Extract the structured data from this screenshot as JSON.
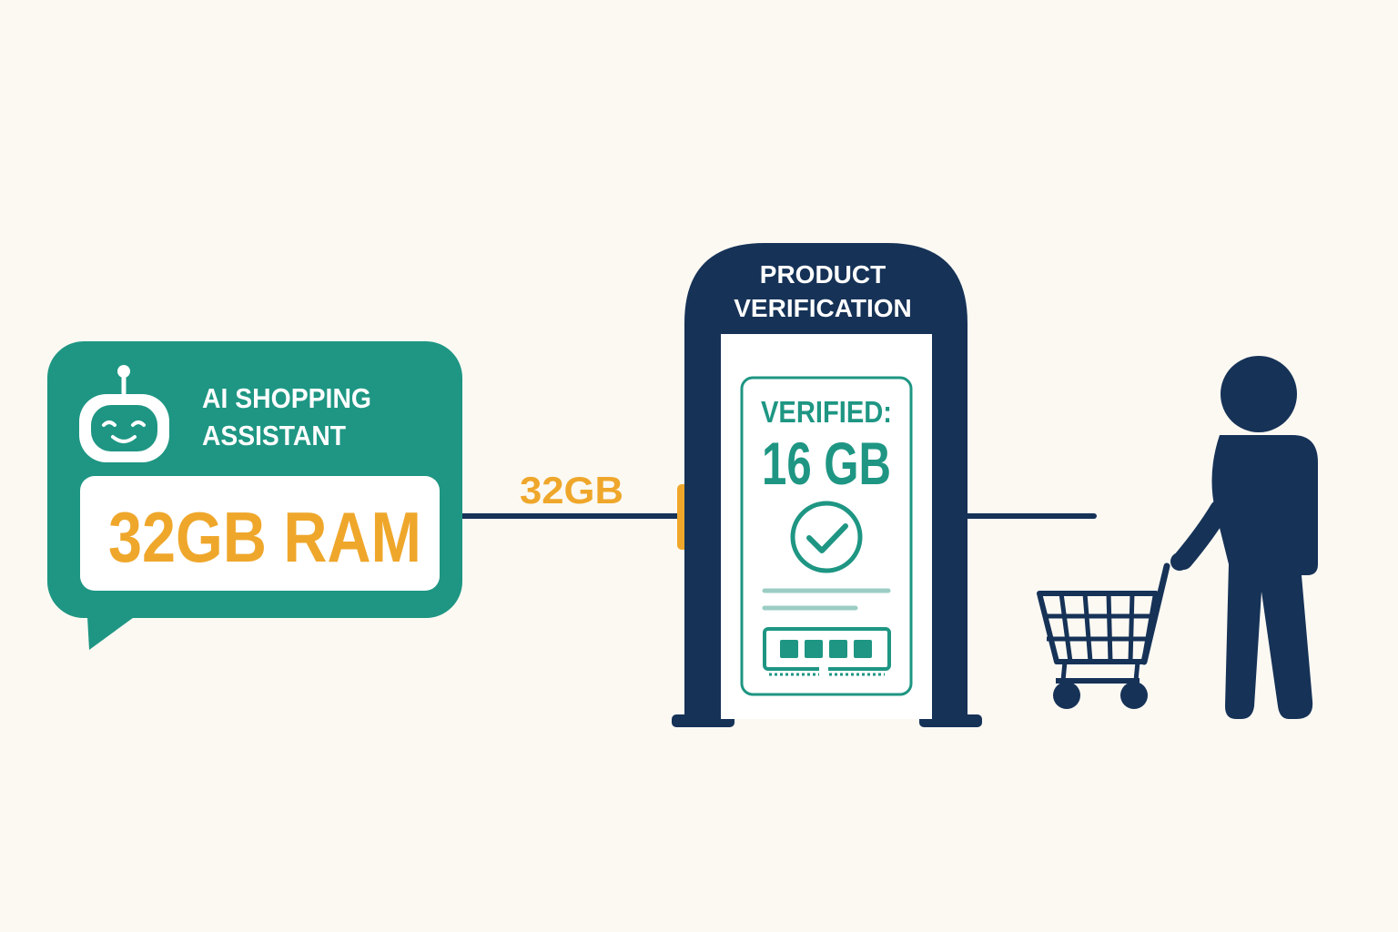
{
  "colors": {
    "background": "#FCF9F3",
    "teal": "#1E9683",
    "navy": "#163257",
    "amber": "#EFA72B",
    "white": "#FFFFFF"
  },
  "assistant": {
    "icon": "robot-icon",
    "title_line1": "AI SHOPPING",
    "title_line2": "ASSISTANT",
    "claim": "32GB RAM"
  },
  "connector": {
    "label": "32GB"
  },
  "gate": {
    "title_line1": "PRODUCT",
    "title_line2": "VERIFICATION",
    "card": {
      "label": "VERIFIED:",
      "value": "16 GB",
      "check_icon": "check-circle-icon",
      "module_icon": "ram-module-icon"
    }
  },
  "shopper": {
    "person_icon": "person-icon",
    "cart_icon": "shopping-cart-icon"
  }
}
